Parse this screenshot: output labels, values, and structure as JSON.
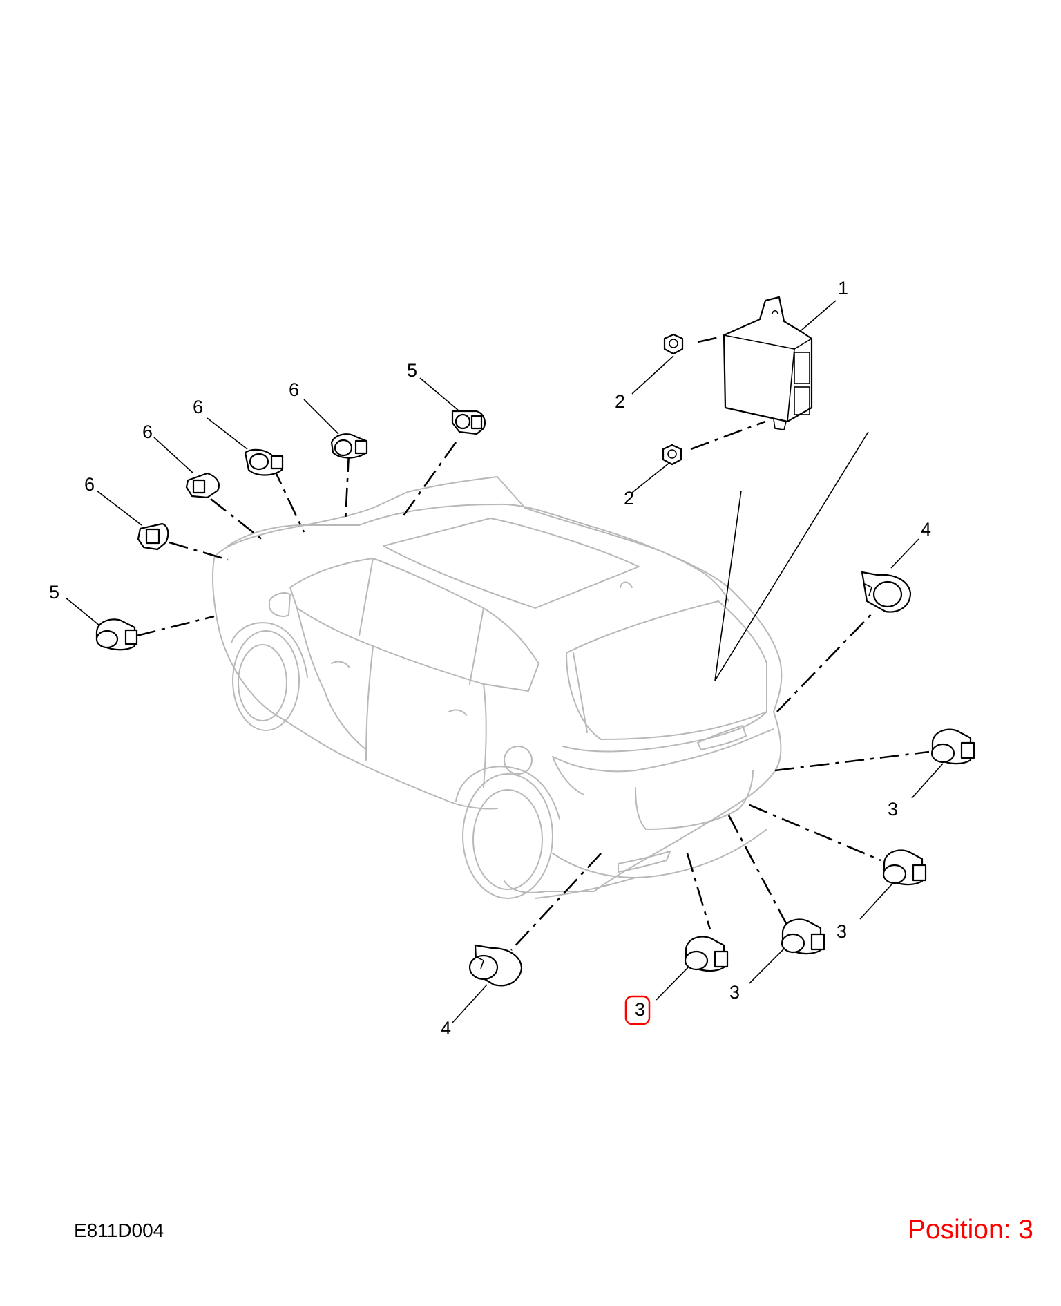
{
  "drawing_code": "E811D004",
  "position_label": "Position: 3",
  "highlight_color": "#ff0000",
  "callouts": [
    {
      "id": "c1",
      "label": "1"
    },
    {
      "id": "c2a",
      "label": "2"
    },
    {
      "id": "c2b",
      "label": "2"
    },
    {
      "id": "c3a",
      "label": "3"
    },
    {
      "id": "c3b",
      "label": "3"
    },
    {
      "id": "c3c",
      "label": "3"
    },
    {
      "id": "c3d",
      "label": "3"
    },
    {
      "id": "c4a",
      "label": "4"
    },
    {
      "id": "c4b",
      "label": "4"
    },
    {
      "id": "c5a",
      "label": "5"
    },
    {
      "id": "c5b",
      "label": "5"
    },
    {
      "id": "c6a",
      "label": "6"
    },
    {
      "id": "c6b",
      "label": "6"
    },
    {
      "id": "c6c",
      "label": "6"
    },
    {
      "id": "c6d",
      "label": "6"
    }
  ],
  "selected_callout": "c3d"
}
